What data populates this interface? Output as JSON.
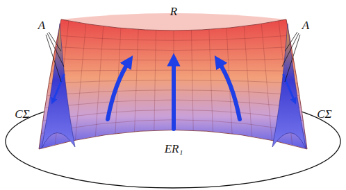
{
  "diagram": {
    "labels": [
      "A",
      "A",
      "R",
      "CΣ",
      "CΣ",
      "ER₁"
    ]
  }
}
